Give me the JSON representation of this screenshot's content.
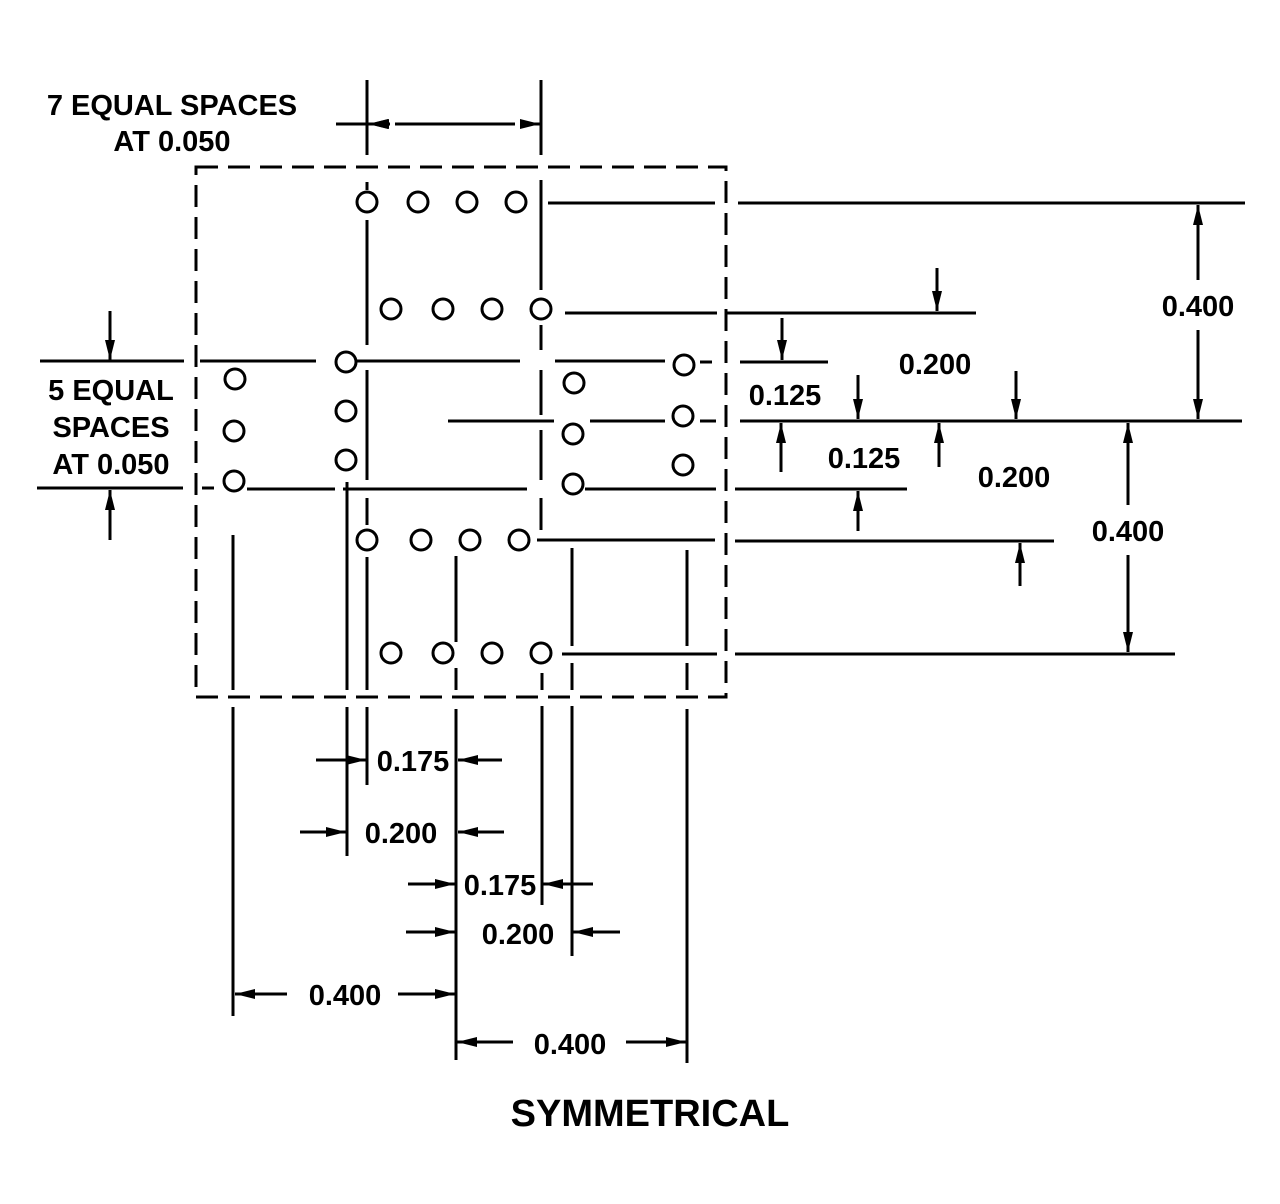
{
  "drawing": {
    "title": "SYMMETRICAL",
    "colors": {
      "ink": "#000000",
      "paper": "#ffffff"
    },
    "notes": {
      "top_spacing_line1": "7 EQUAL SPACES",
      "top_spacing_line2": "AT 0.050",
      "left_spacing_line1": "5 EQUAL",
      "left_spacing_line2": "SPACES",
      "left_spacing_line3": "AT 0.050"
    },
    "dimensions": {
      "right_upper_total": "0.400",
      "right_lower_total": "0.400",
      "right_upper_offset": "0.200",
      "right_lower_offset": "0.200",
      "right_upper_row": "0.125",
      "right_lower_row": "0.125",
      "bottom_inner_upper": "0.175",
      "bottom_outer_upper": "0.200",
      "bottom_inner_lower": "0.175",
      "bottom_outer_lower": "0.200",
      "bottom_left_total": "0.400",
      "bottom_right_total": "0.400"
    },
    "hole_pattern": {
      "top_rows": 2,
      "bottom_rows": 2,
      "holes_per_row": 4,
      "left_column_holes": 3,
      "left_inner_column_holes": 3,
      "right_inner_column_holes": 3,
      "right_column_holes": 3
    }
  }
}
